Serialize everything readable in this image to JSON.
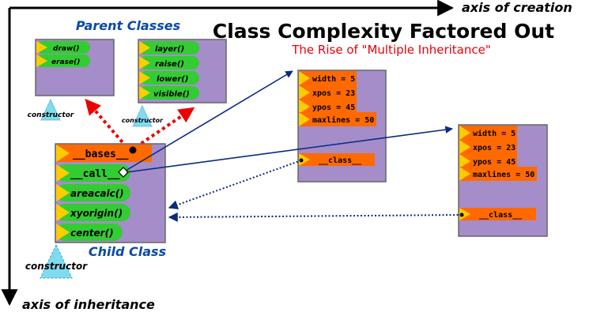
{
  "title": "Class Complexity Factored Out",
  "subtitle": "The Rise of \"Multiple Inheritance\"",
  "axes": {
    "creation": "axis of creation",
    "inheritance": "axis of inheritance"
  },
  "parent_classes": {
    "heading": "Parent Classes",
    "first": {
      "methods": [
        "draw()",
        "erase()"
      ],
      "constructor": "constructor"
    },
    "second": {
      "methods": [
        "layer()",
        "raise()",
        "lower()",
        "visible()"
      ],
      "constructor": "constructor"
    }
  },
  "child_class": {
    "label": "Child Class",
    "special": [
      "__bases__",
      "__call__"
    ],
    "methods": [
      "areacalc()",
      "xyorigin()",
      "center()"
    ],
    "constructor": "constructor"
  },
  "instances": [
    {
      "attributes": [
        "width = 5",
        "xpos = 23",
        "ypos = 45",
        "maxlines = 50"
      ],
      "class_ref": "__class__"
    },
    {
      "attributes": [
        "width = 5",
        "xpos = 23",
        "ypos = 45",
        "maxlines = 50"
      ],
      "class_ref": "__class__"
    }
  ],
  "colors": {
    "box_fill": "#a58dc9",
    "method_green": "#33cc33",
    "attr_orange": "#ff6a00",
    "flag_yellow": "#ffcc00",
    "constructor_cyan": "#7fdcf0",
    "inherit_red": "#ee0000",
    "create_navy": "#0b2a80",
    "label_blue": "#0b4aa6",
    "subtitle_red": "#e8000b"
  },
  "icons": [
    "triangle-flag-icon",
    "constructor-triangle-icon"
  ]
}
